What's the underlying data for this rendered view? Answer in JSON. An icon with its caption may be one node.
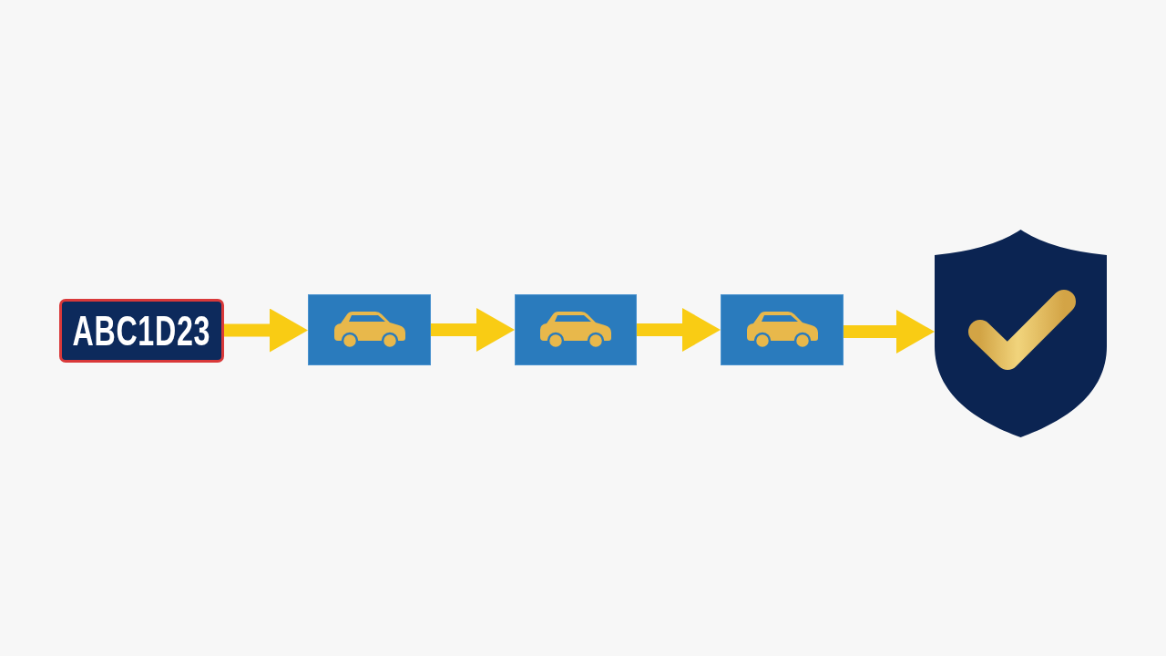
{
  "diagram": {
    "nodes": [
      {
        "text": [
          "ABC1D23"
        ]
      },
      {
        "text": [],
        "shape": "box"
      },
      {
        "text": [],
        "shape": "box"
      },
      {
        "text": [],
        "shape": "box"
      },
      {
        "text": [],
        "shape": "shield"
      }
    ],
    "edges": [
      {
        "from": 0,
        "to": 1,
        "arrow": "to"
      },
      {
        "from": 1,
        "to": 2,
        "arrow": "to"
      },
      {
        "from": 2,
        "to": 3,
        "arrow": "to"
      },
      {
        "from": 3,
        "to": 4,
        "arrow": "to"
      }
    ]
  }
}
